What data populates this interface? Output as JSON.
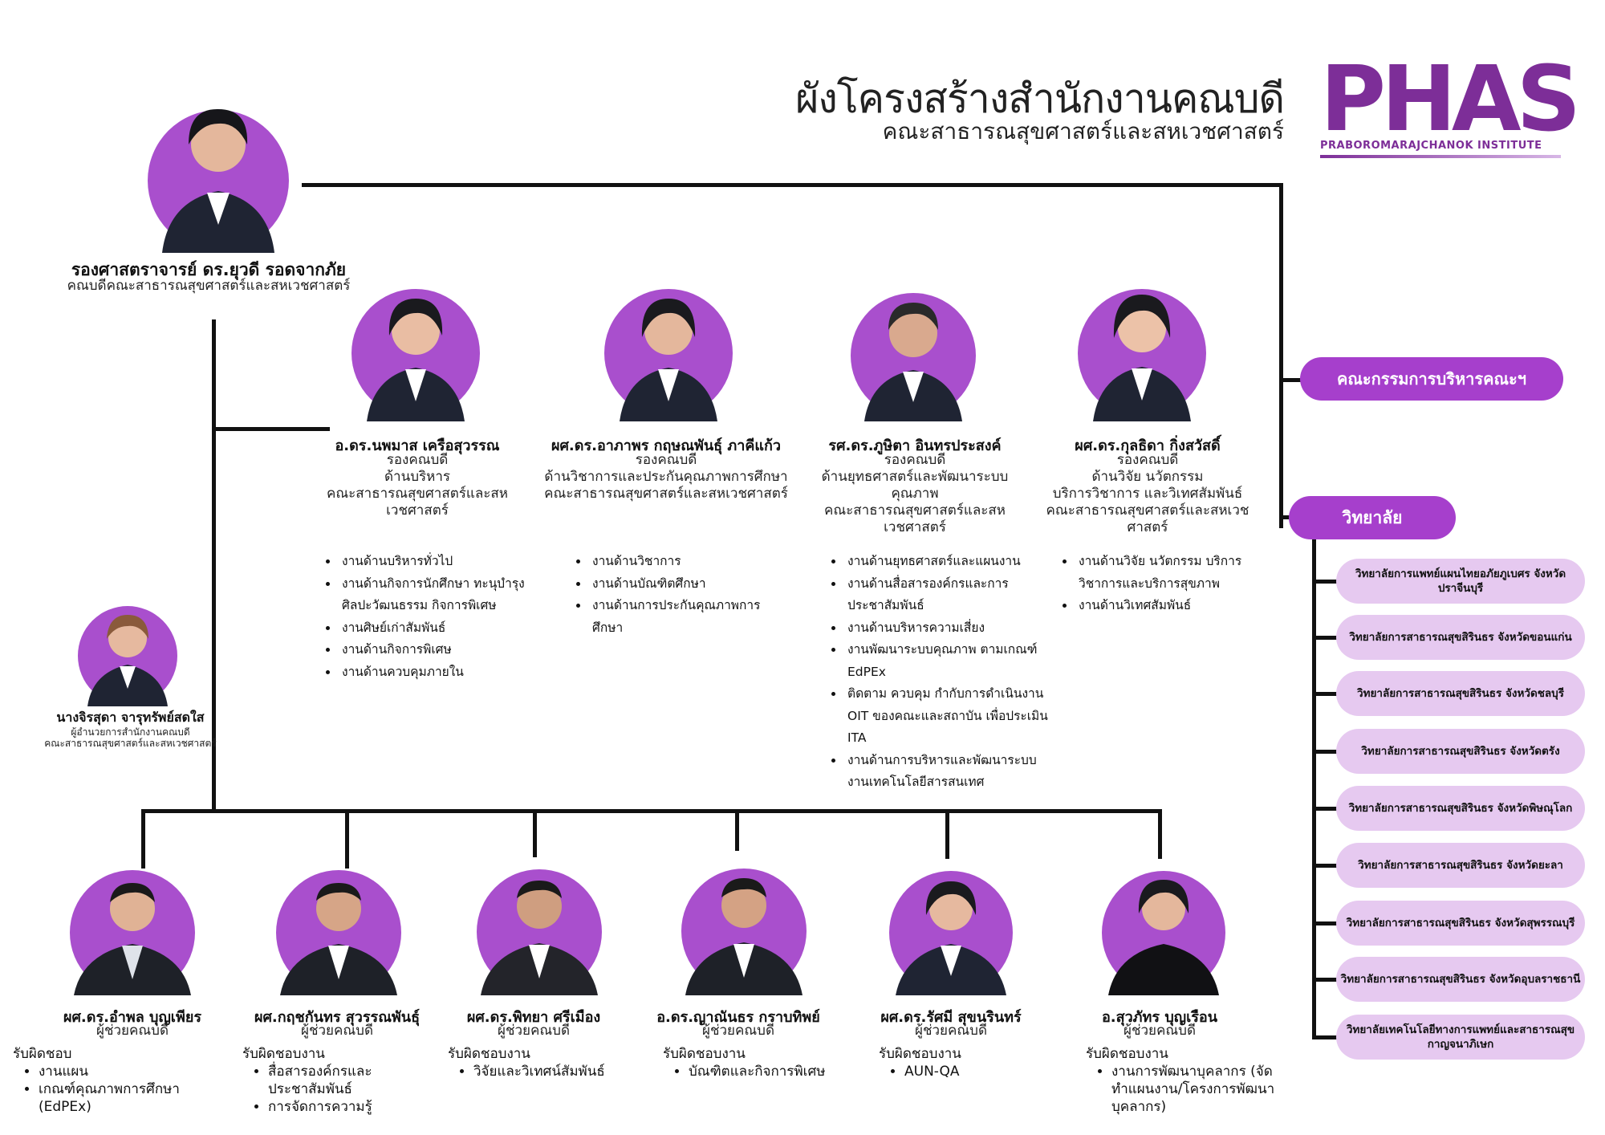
{
  "header": {
    "title": "ผังโครงสร้างสำนักงานคณบดี",
    "subtitle": "คณะสาธารณสุขศาสตร์และสหเวชศาสตร์",
    "logo_text": "PHAS",
    "logo_sub": "PRABOROMARAJCHANOK INSTITUTE"
  },
  "colors": {
    "accent": "#a63fcc",
    "pale": "#e6c9f0",
    "brand": "#7d2e98"
  },
  "dean": {
    "name": "รองศาสตราจารย์ ดร.ยุวดี รอดจากภัย",
    "role": "คณบดีคณะสาธารณสุขศาสตร์และสหเวชศาสตร์"
  },
  "director": {
    "name": "นางจิรสุดา จารุทรัพย์สดใส",
    "role1": "ผู้อำนวยการสำนักงานคณบดี",
    "role2": "คณะสาธารณสุขศาสตร์และสหเวชศาสตร์"
  },
  "vice_deans": [
    {
      "name": "อ.ดร.นพมาส เครือสุวรรณ",
      "roles": [
        "รองคณบดี",
        "ด้านบริหาร",
        "คณะสาธารณสุขศาสตร์และสห",
        "เวชศาสตร์"
      ],
      "tasks": [
        "งานด้านบริหารทั่วไป",
        "งานด้านกิจการนักศึกษา ทะนุบำรุงศิลปะวัฒนธรรม กิจการพิเศษ",
        "งานศิษย์เก่าสัมพันธ์",
        "งานด้านกิจการพิเศษ",
        "งานด้านควบคุมภายใน"
      ]
    },
    {
      "name": "ผศ.ดร.อาภาพร กฤษณพันธุ์ ภาคีแก้ว",
      "roles": [
        "รองคณบดี",
        "ด้านวิชาการและประกันคุณภาพการศึกษา",
        "คณะสาธารณสุขศาสตร์และสหเวชศาสตร์"
      ],
      "tasks": [
        "งานด้านวิชาการ",
        "งานด้านบัณฑิตศึกษา",
        "งานด้านการประกันคุณภาพการศึกษา"
      ]
    },
    {
      "name": "รศ.ดร.ภูษิตา อินทรประสงค์",
      "roles": [
        "รองคณบดี",
        "ด้านยุทธศาสตร์และพัฒนาระบบ",
        "คุณภาพ",
        "คณะสาธารณสุขศาสตร์และสห",
        "เวชศาสตร์"
      ],
      "tasks": [
        "งานด้านยุทธศาสตร์และแผนงาน",
        "งานด้านสื่อสารองค์กรและการประชาสัมพันธ์",
        "งานด้านบริหารความเสี่ยง",
        "งานพัฒนาระบบคุณภาพ ตามเกณฑ์ EdPEx",
        "ติดตาม ควบคุม กำกับการดำเนินงาน OIT ของคณะและสถาบัน เพื่อประเมิน ITA",
        "งานด้านการบริหารและพัฒนาระบบงานเทคโนโลยีสารสนเทศ"
      ]
    },
    {
      "name": "ผศ.ดร.กุลธิดา กิ่งสวัสดิ์",
      "roles": [
        "รองคณบดี",
        "ด้านวิจัย นวัตกรรม",
        "บริการวิชาการ และวิเทศสัมพันธ์",
        "คณะสาธารณสุขศาสตร์และสหเวช",
        "ศาสตร์"
      ],
      "tasks": [
        "งานด้านวิจัย นวัตกรรม บริการวิชาการและบริการสุขภาพ",
        "งานด้านวิเทศสัมพันธ์"
      ]
    }
  ],
  "assistants": [
    {
      "name": "ผศ.ดร.อำพล บุญเพียร",
      "role": "ผู้ช่วยคณบดี",
      "resp_label": "รับผิดชอบ",
      "resp": [
        "งานแผน",
        "เกณฑ์คุณภาพการศึกษา (EdPEx)"
      ]
    },
    {
      "name": "ผศ.กฤชกันทร สุวรรณพันธุ์",
      "role": "ผู้ช่วยคณบดี",
      "resp_label": "รับผิดชอบงาน",
      "resp": [
        "สื่อสารองค์กรและประชาสัมพันธ์",
        "การจัดการความรู้"
      ]
    },
    {
      "name": "ผศ.ดร.พิทยา ศรีเมือง",
      "role": "ผู้ช่วยคณบดี",
      "resp_label": "รับผิดชอบงาน",
      "resp": [
        "วิจัยและวิเทศน์สัมพันธ์"
      ]
    },
    {
      "name": "อ.ดร.ญาณันธร กราบทิพย์",
      "role": "ผู้ช่วยคณบดี",
      "resp_label": "รับผิดชอบงาน",
      "resp": [
        "บัณฑิตและกิจการพิเศษ"
      ]
    },
    {
      "name": "ผศ.ดร.รัศมี สุขนรินทร์",
      "role": "ผู้ช่วยคณบดี",
      "resp_label": "รับผิดชอบงาน",
      "resp": [
        "AUN-QA"
      ]
    },
    {
      "name": "อ.สุวภัทร บุญเรือน",
      "role": "ผู้ช่วยคณบดี",
      "resp_label": "รับผิดชอบงาน",
      "resp": [
        "งานการพัฒนาบุคลากร (จัดทำแผนงาน/โครงการพัฒนาบุคลากร)"
      ]
    }
  ],
  "committee": "คณะกรรมการบริหารคณะฯ",
  "colleges_title": "วิทยาลัย",
  "colleges": [
    "วิทยาลัยการแพทย์แผนไทยอภัยภูเบศร จังหวัดปราจีนบุรี",
    "วิทยาลัยการสาธารณสุขสิรินธร จังหวัดขอนแก่น",
    "วิทยาลัยการสาธารณสุขสิรินธร จังหวัดชลบุรี",
    "วิทยาลัยการสาธารณสุขสิรินธร จังหวัดตรัง",
    "วิทยาลัยการสาธารณสุขสิรินธร จังหวัดพิษณุโลก",
    "วิทยาลัยการสาธารณสุขสิรินธร จังหวัดยะลา",
    "วิทยาลัยการสาธารณสุขสิรินธร จังหวัดสุพรรณบุรี",
    "วิทยาลัยการสาธารณสุขสิรินธร จังหวัดอุบลราชธานี",
    "วิทยาลัยเทคโนโลยีทางการแพทย์และสาธารณสุข กาญจนาภิเษก"
  ]
}
